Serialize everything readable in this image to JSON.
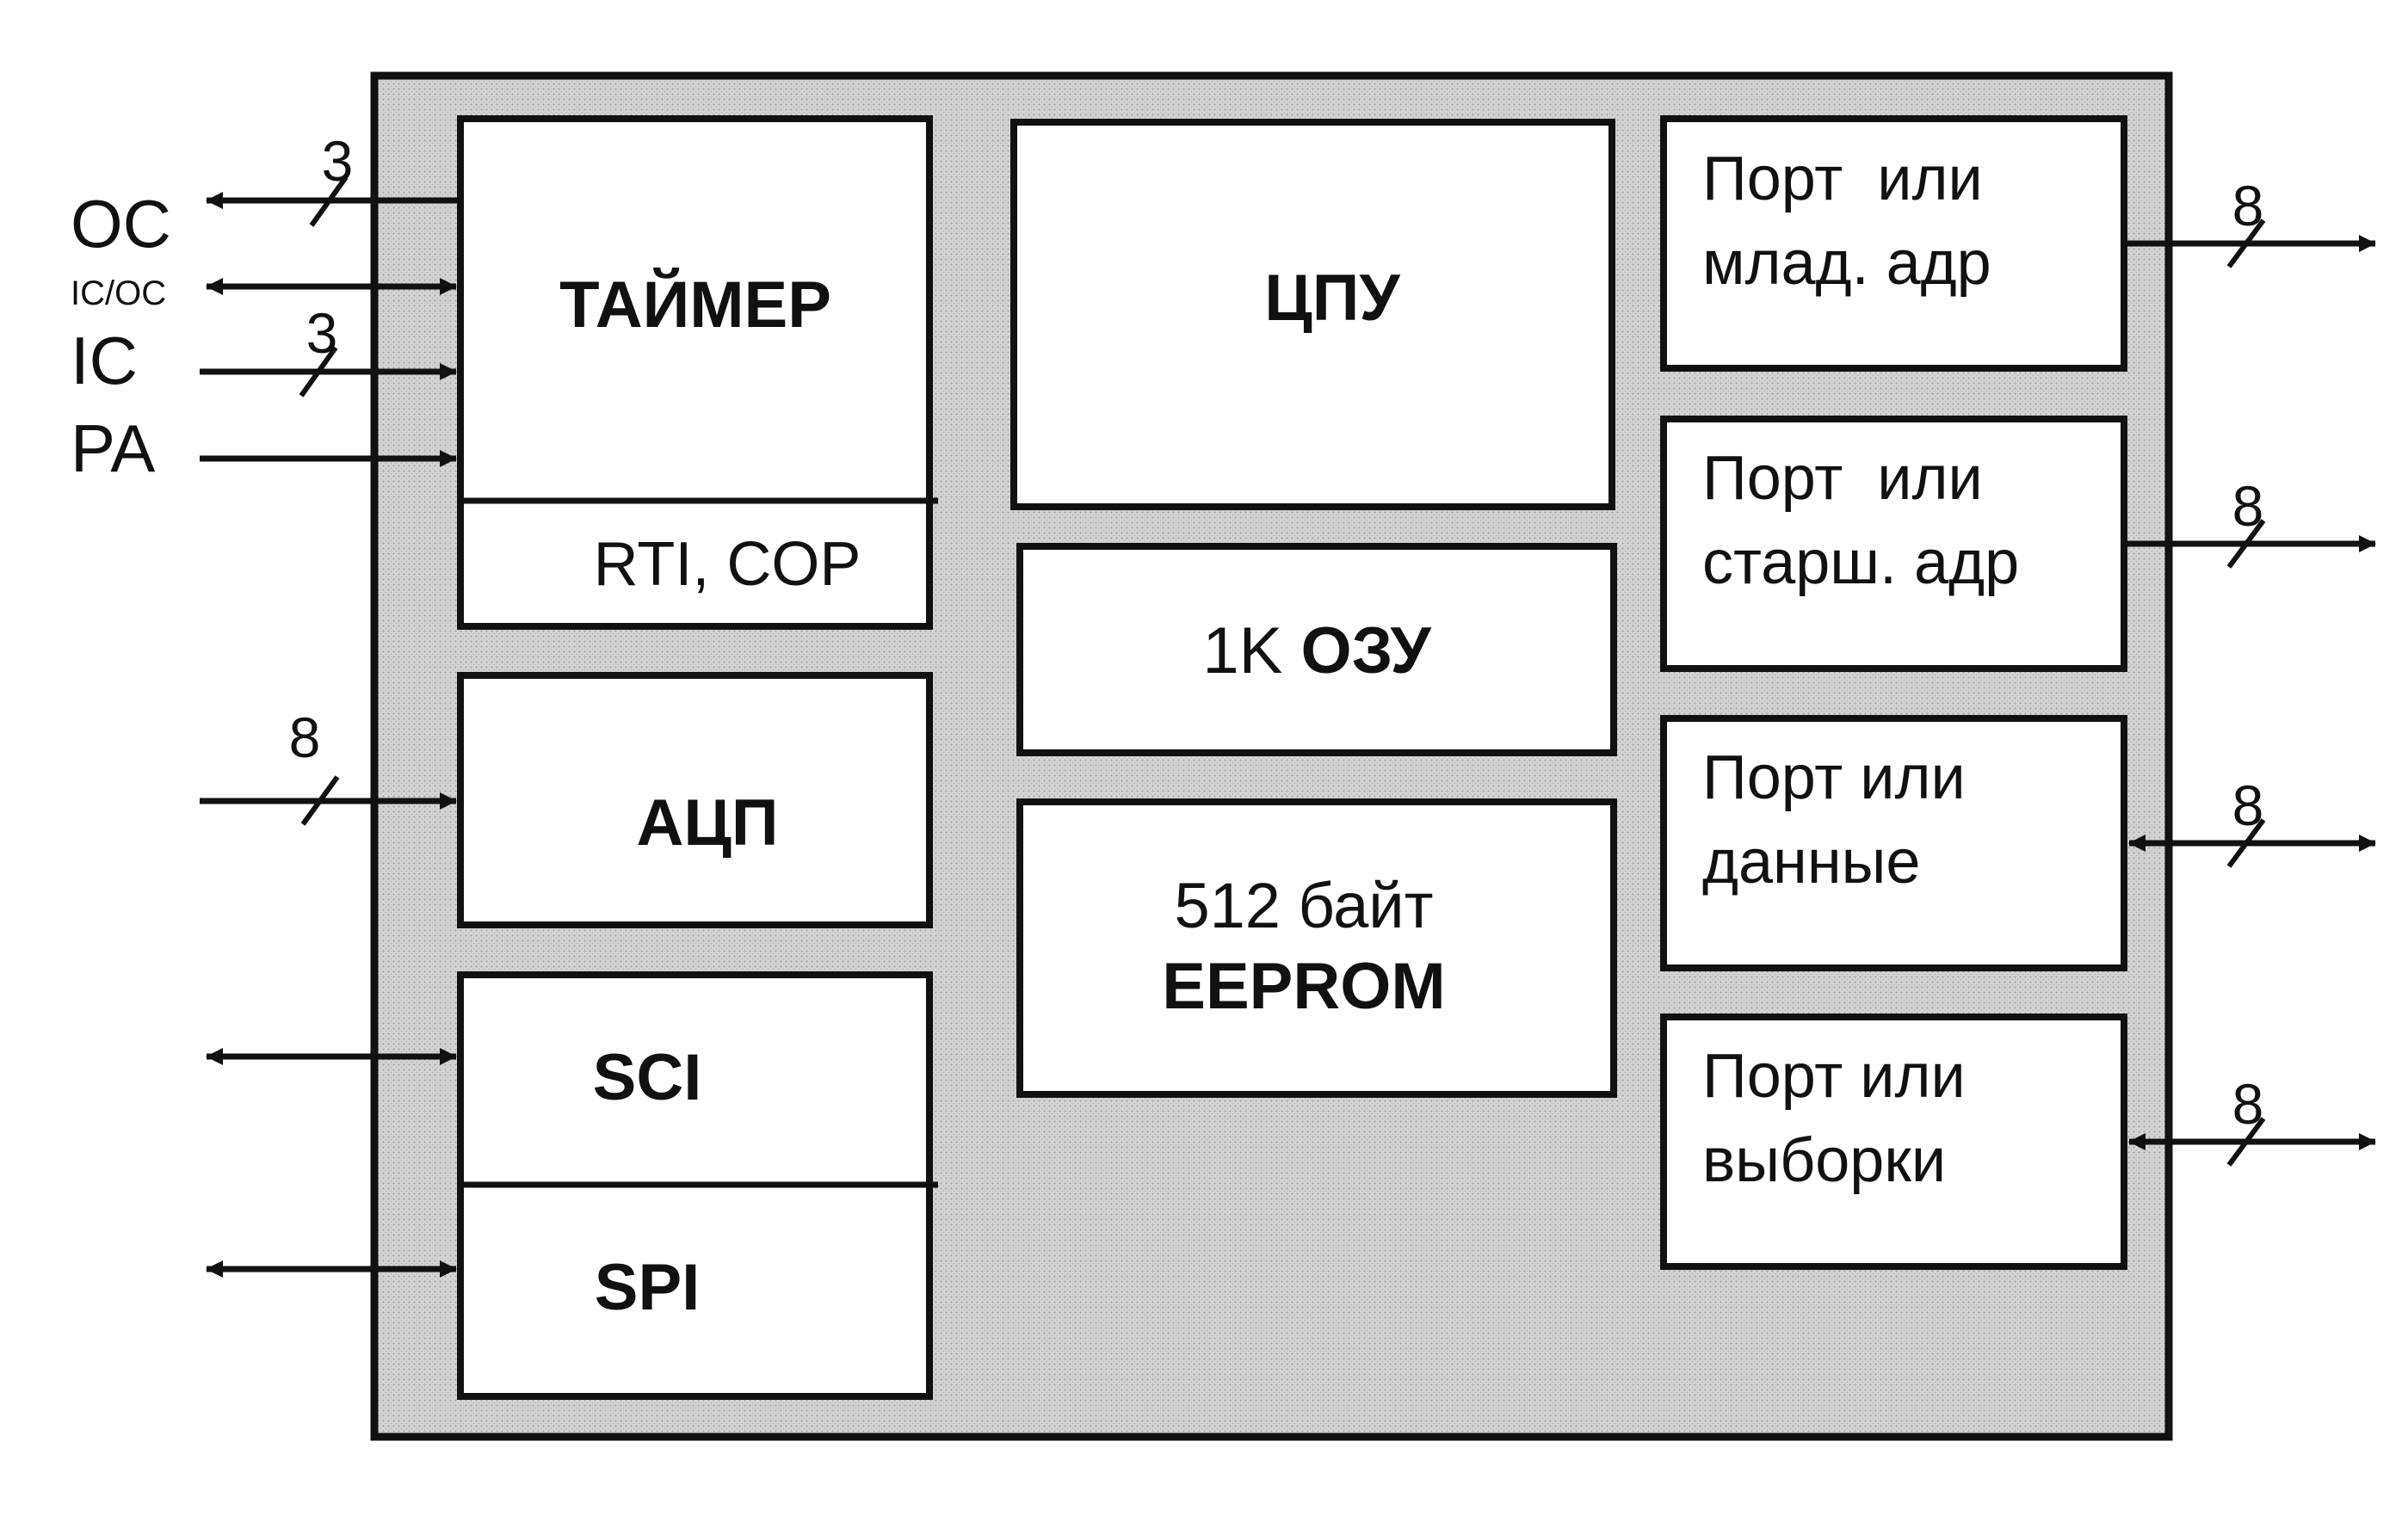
{
  "colors": {
    "chip_fill": "#d4d4d4",
    "block_fill": "#ffffff",
    "stroke": "#111111"
  },
  "left_signals": {
    "oc": "OC",
    "ic_oc": "IC/OC",
    "ic": "IC",
    "pa": "PA",
    "oc_width": "3",
    "ic_width": "3",
    "adc_width": "8"
  },
  "blocks": {
    "timer": {
      "title": "ТАЙМЕР",
      "sub": "RTI, COP"
    },
    "adc": {
      "title": "АЦП"
    },
    "sci": {
      "title": "SCI"
    },
    "spi": {
      "title": "SPI"
    },
    "cpu": {
      "title": "ЦПУ"
    },
    "ram": {
      "size": "1K",
      "name": "ОЗУ"
    },
    "eeprom": {
      "size": "512 байт",
      "name": "EEPROM"
    }
  },
  "ports": [
    {
      "line1": "Порт  или",
      "line2": "млад. адр",
      "width": "8"
    },
    {
      "line1": "Порт  или",
      "line2": "старш. адр",
      "width": "8"
    },
    {
      "line1": "Порт или",
      "line2": "данные",
      "width": "8"
    },
    {
      "line1": "Порт или",
      "line2": "выборки",
      "width": "8"
    }
  ]
}
